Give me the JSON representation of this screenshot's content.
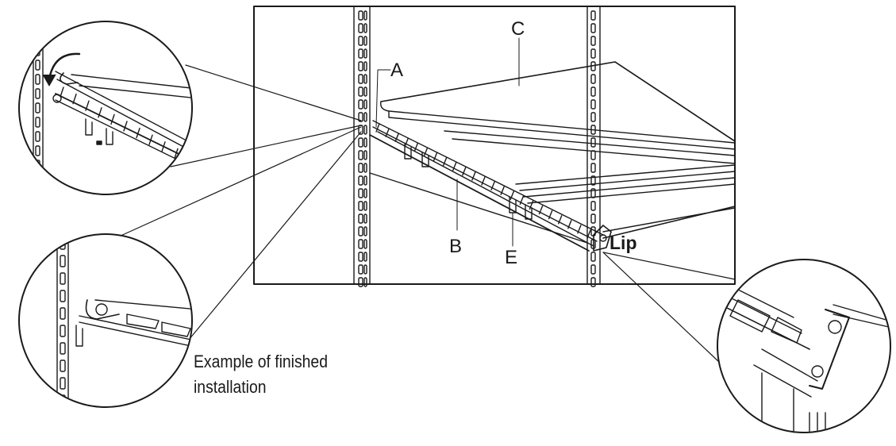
{
  "labels": {
    "a": "A",
    "b": "B",
    "c": "C",
    "e": "E",
    "lip": "Lip"
  },
  "caption": {
    "line1": "Example of finished",
    "line2": "installation"
  },
  "colors": {
    "stroke": "#1a1a1a",
    "background": "#ffffff"
  }
}
